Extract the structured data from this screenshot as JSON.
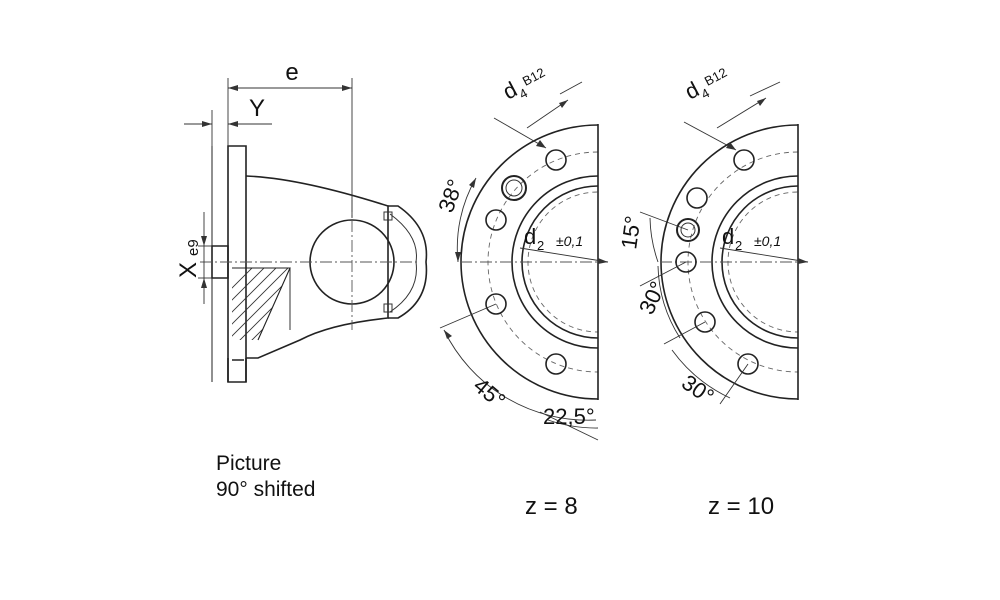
{
  "labels": {
    "dim_e": "e",
    "dim_y": "Y",
    "dim_x": "X",
    "dim_x_sub": "e9",
    "d4": "d",
    "d4_sub": "4",
    "d4_tol": "B12",
    "d2": "d",
    "d2_sub": "2",
    "d2_tol": "±0,1",
    "angle_38": "38°",
    "angle_45": "45°",
    "angle_22_5": "22,5°",
    "angle_15": "15°",
    "angle_30a": "30°",
    "angle_30b": "30°"
  },
  "caption": {
    "line1": "Picture",
    "line2": "90° shifted"
  },
  "variants": {
    "z8": "z = 8",
    "z10": "z = 10"
  }
}
